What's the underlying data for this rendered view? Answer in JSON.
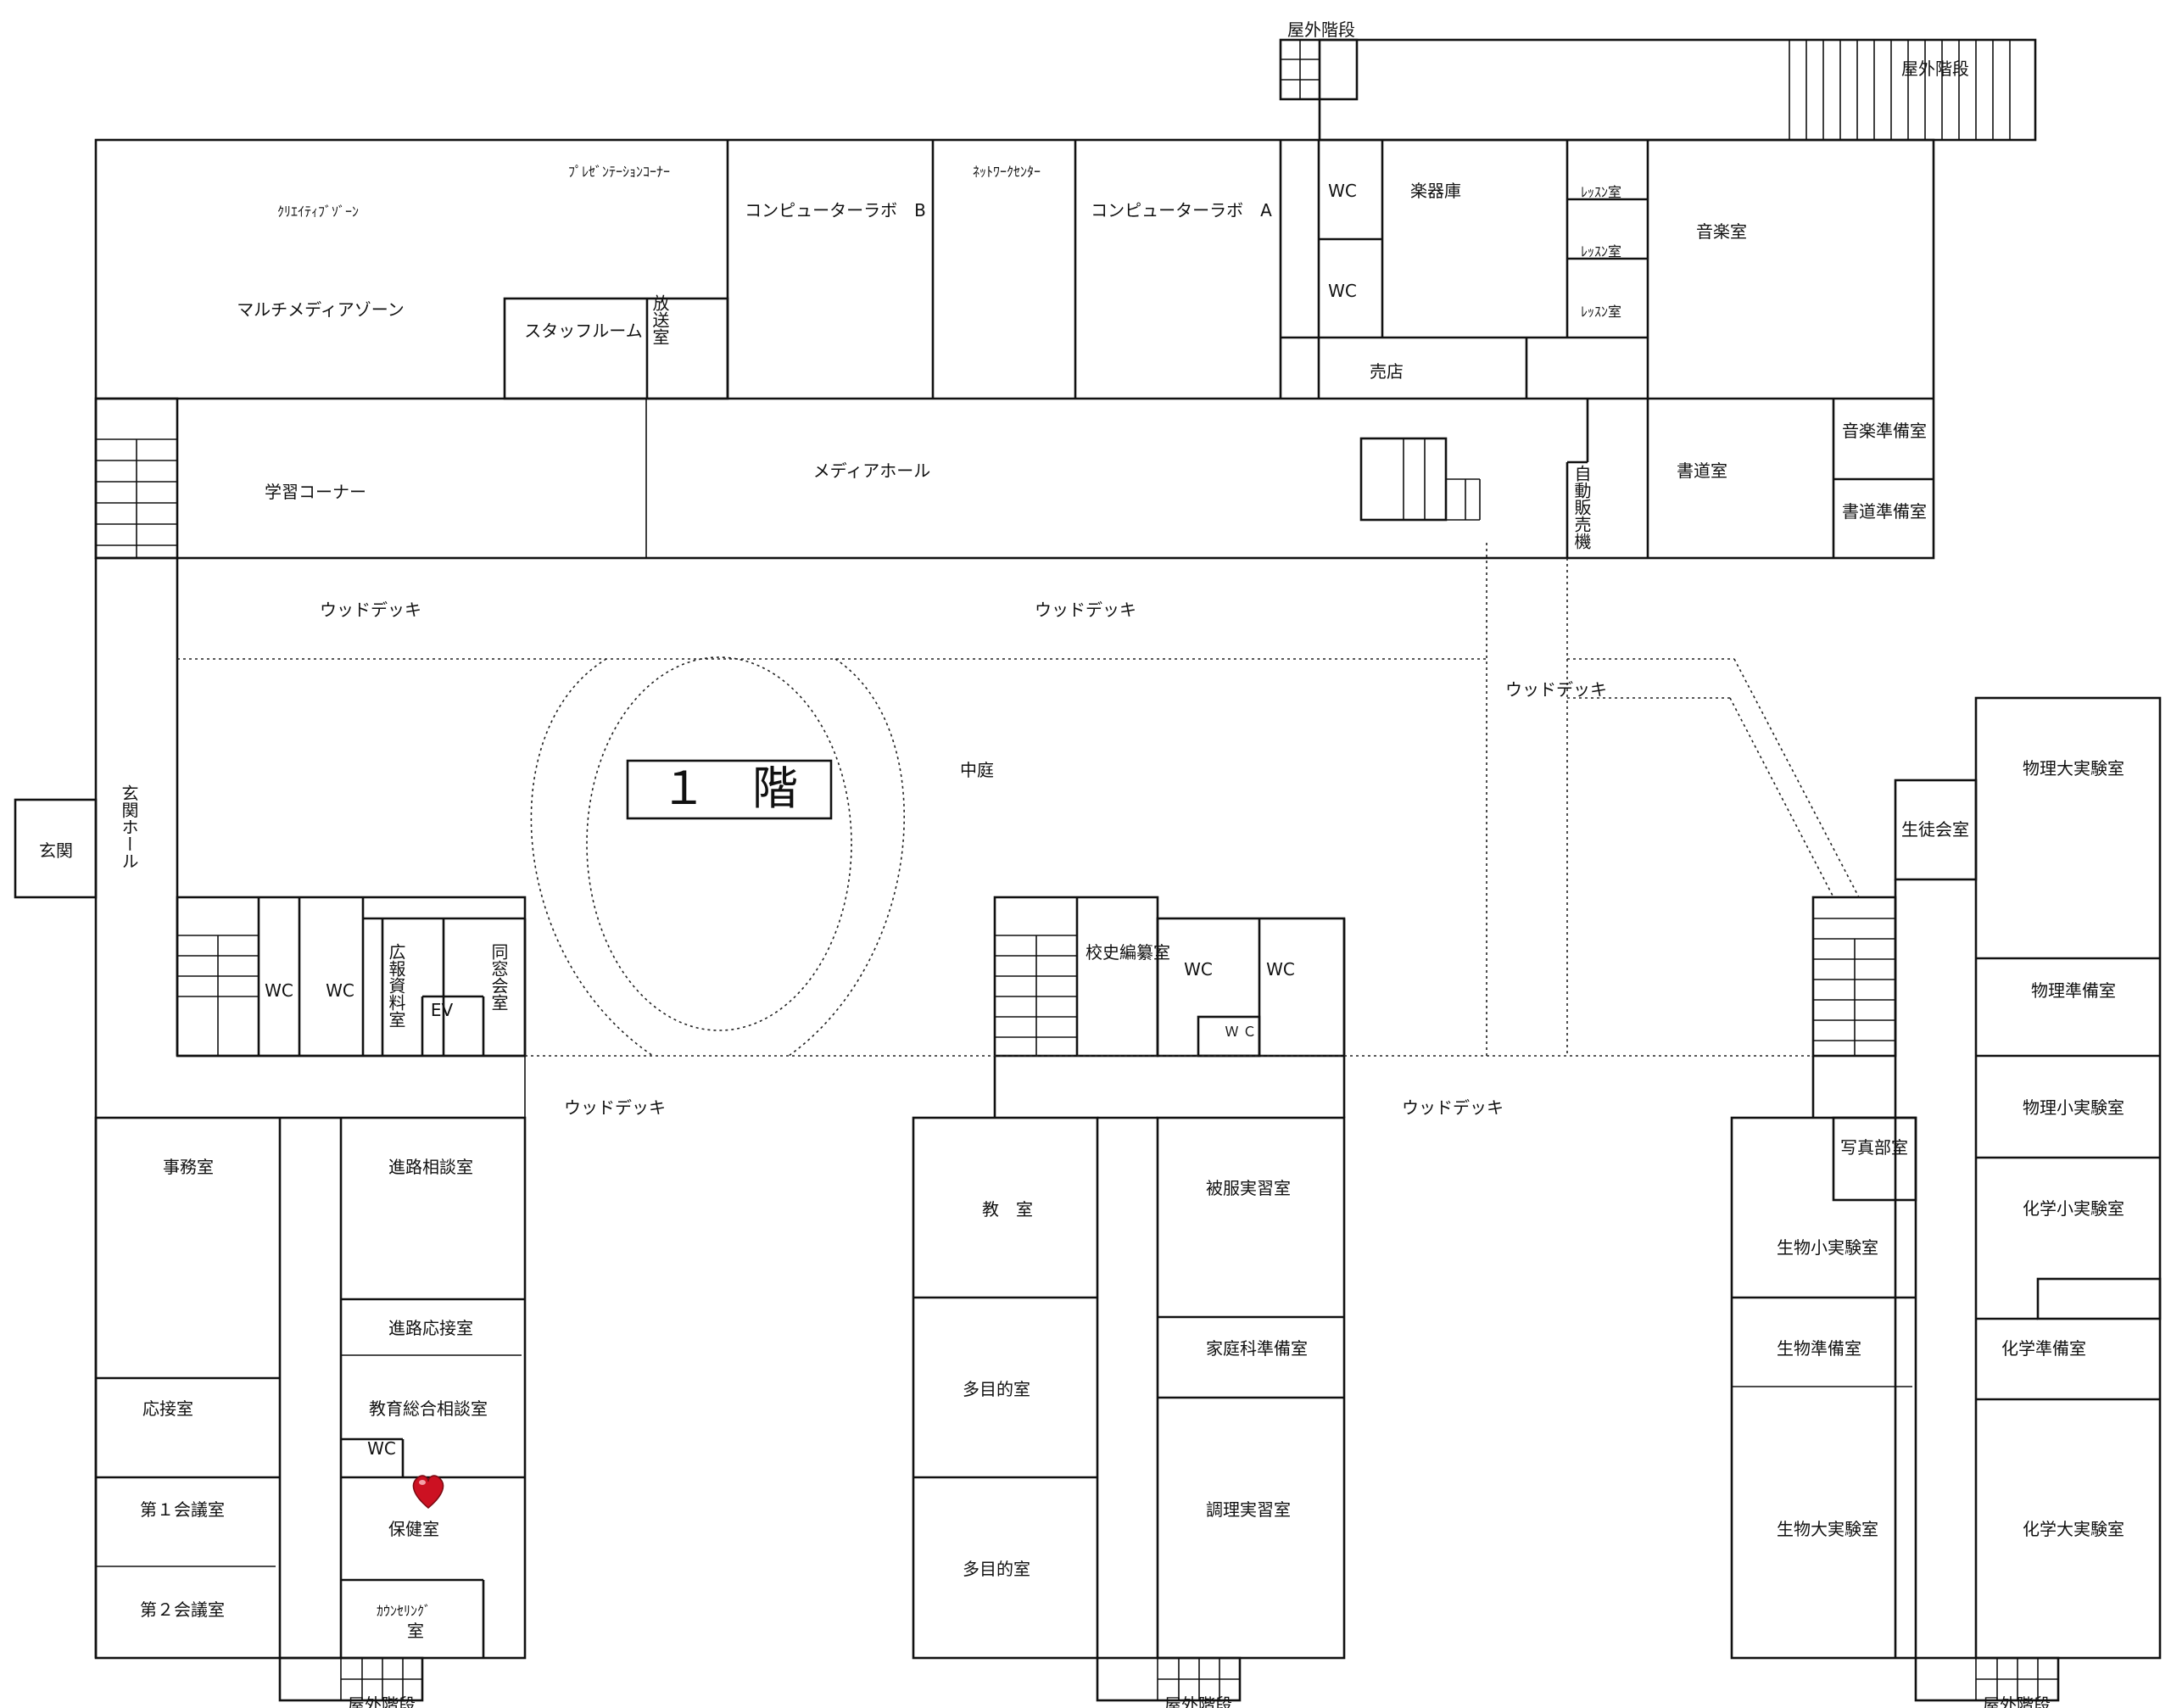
{
  "title": "１　階",
  "colors": {
    "line": "#111111",
    "background": "#ffffff",
    "heart": "#cc1122"
  },
  "icons": {
    "health_room_marker": "heart-icon"
  },
  "rooms": {
    "creative_zone": "ｸﾘｴｲﾃｨﾌﾞｿﾞｰﾝ",
    "presentation_corner": "ﾌﾟﾚｾﾞﾝﾃｰｼｮﾝｺｰﾅｰ",
    "multimedia_zone": "マルチメディアゾーン",
    "staff_room": "スタッフルーム",
    "broadcast_room": "放送室",
    "computer_lab_b": "コンピューターラボ　B",
    "network_center": "ﾈｯﾄﾜｰｸｾﾝﾀｰ",
    "computer_lab_a": "コンピューターラボ　A",
    "wc": "WC",
    "instrument_storage": "楽器庫",
    "lesson_room": "ﾚｯｽﾝ室",
    "music_room": "音楽室",
    "shop": "売店",
    "study_corner": "学習コーナー",
    "media_hall": "メディアホール",
    "vending_machine": "自動販売機",
    "calligraphy_room": "書道室",
    "music_prep_room": "音楽準備室",
    "calligraphy_prep_room": "書道準備室",
    "wood_deck": "ウッドデッキ",
    "courtyard": "中庭",
    "entrance": "玄関",
    "entrance_hall": "玄関ホール",
    "pr_archive_room": "広報資料室",
    "ev": "EV",
    "alumni_room": "同窓会室",
    "school_history_room": "校史編纂室",
    "wc_small": "Ｗ Ｃ",
    "student_council_room": "生徒会室",
    "physics_large_lab": "物理大実験室",
    "physics_prep_room": "物理準備室",
    "physics_small_lab": "物理小実験室",
    "chemistry_small_lab": "化学小実験室",
    "chemistry_prep_room": "化学準備室",
    "chemistry_large_lab": "化学大実験室",
    "photo_club_room": "写真部室",
    "biology_small_lab": "生物小実験室",
    "biology_prep_room": "生物準備室",
    "biology_large_lab": "生物大実験室",
    "office": "事務室",
    "career_consultation_room": "進路相談室",
    "career_reception_room": "進路応接室",
    "education_consultation_room": "教育総合相談室",
    "reception_room": "応接室",
    "meeting_room_1": "第１会議室",
    "meeting_room_2": "第２会議室",
    "health_room": "保健室",
    "counseling_room_line1": "ｶｳﾝｾﾘﾝｸﾞ",
    "counseling_room_line2": "室",
    "classroom": "教　室",
    "multipurpose_room": "多目的室",
    "clothing_practice_room": "被服実習室",
    "home_economics_prep_room": "家庭科準備室",
    "cooking_practice_room": "調理実習室",
    "outdoor_stairs": "屋外階段"
  }
}
